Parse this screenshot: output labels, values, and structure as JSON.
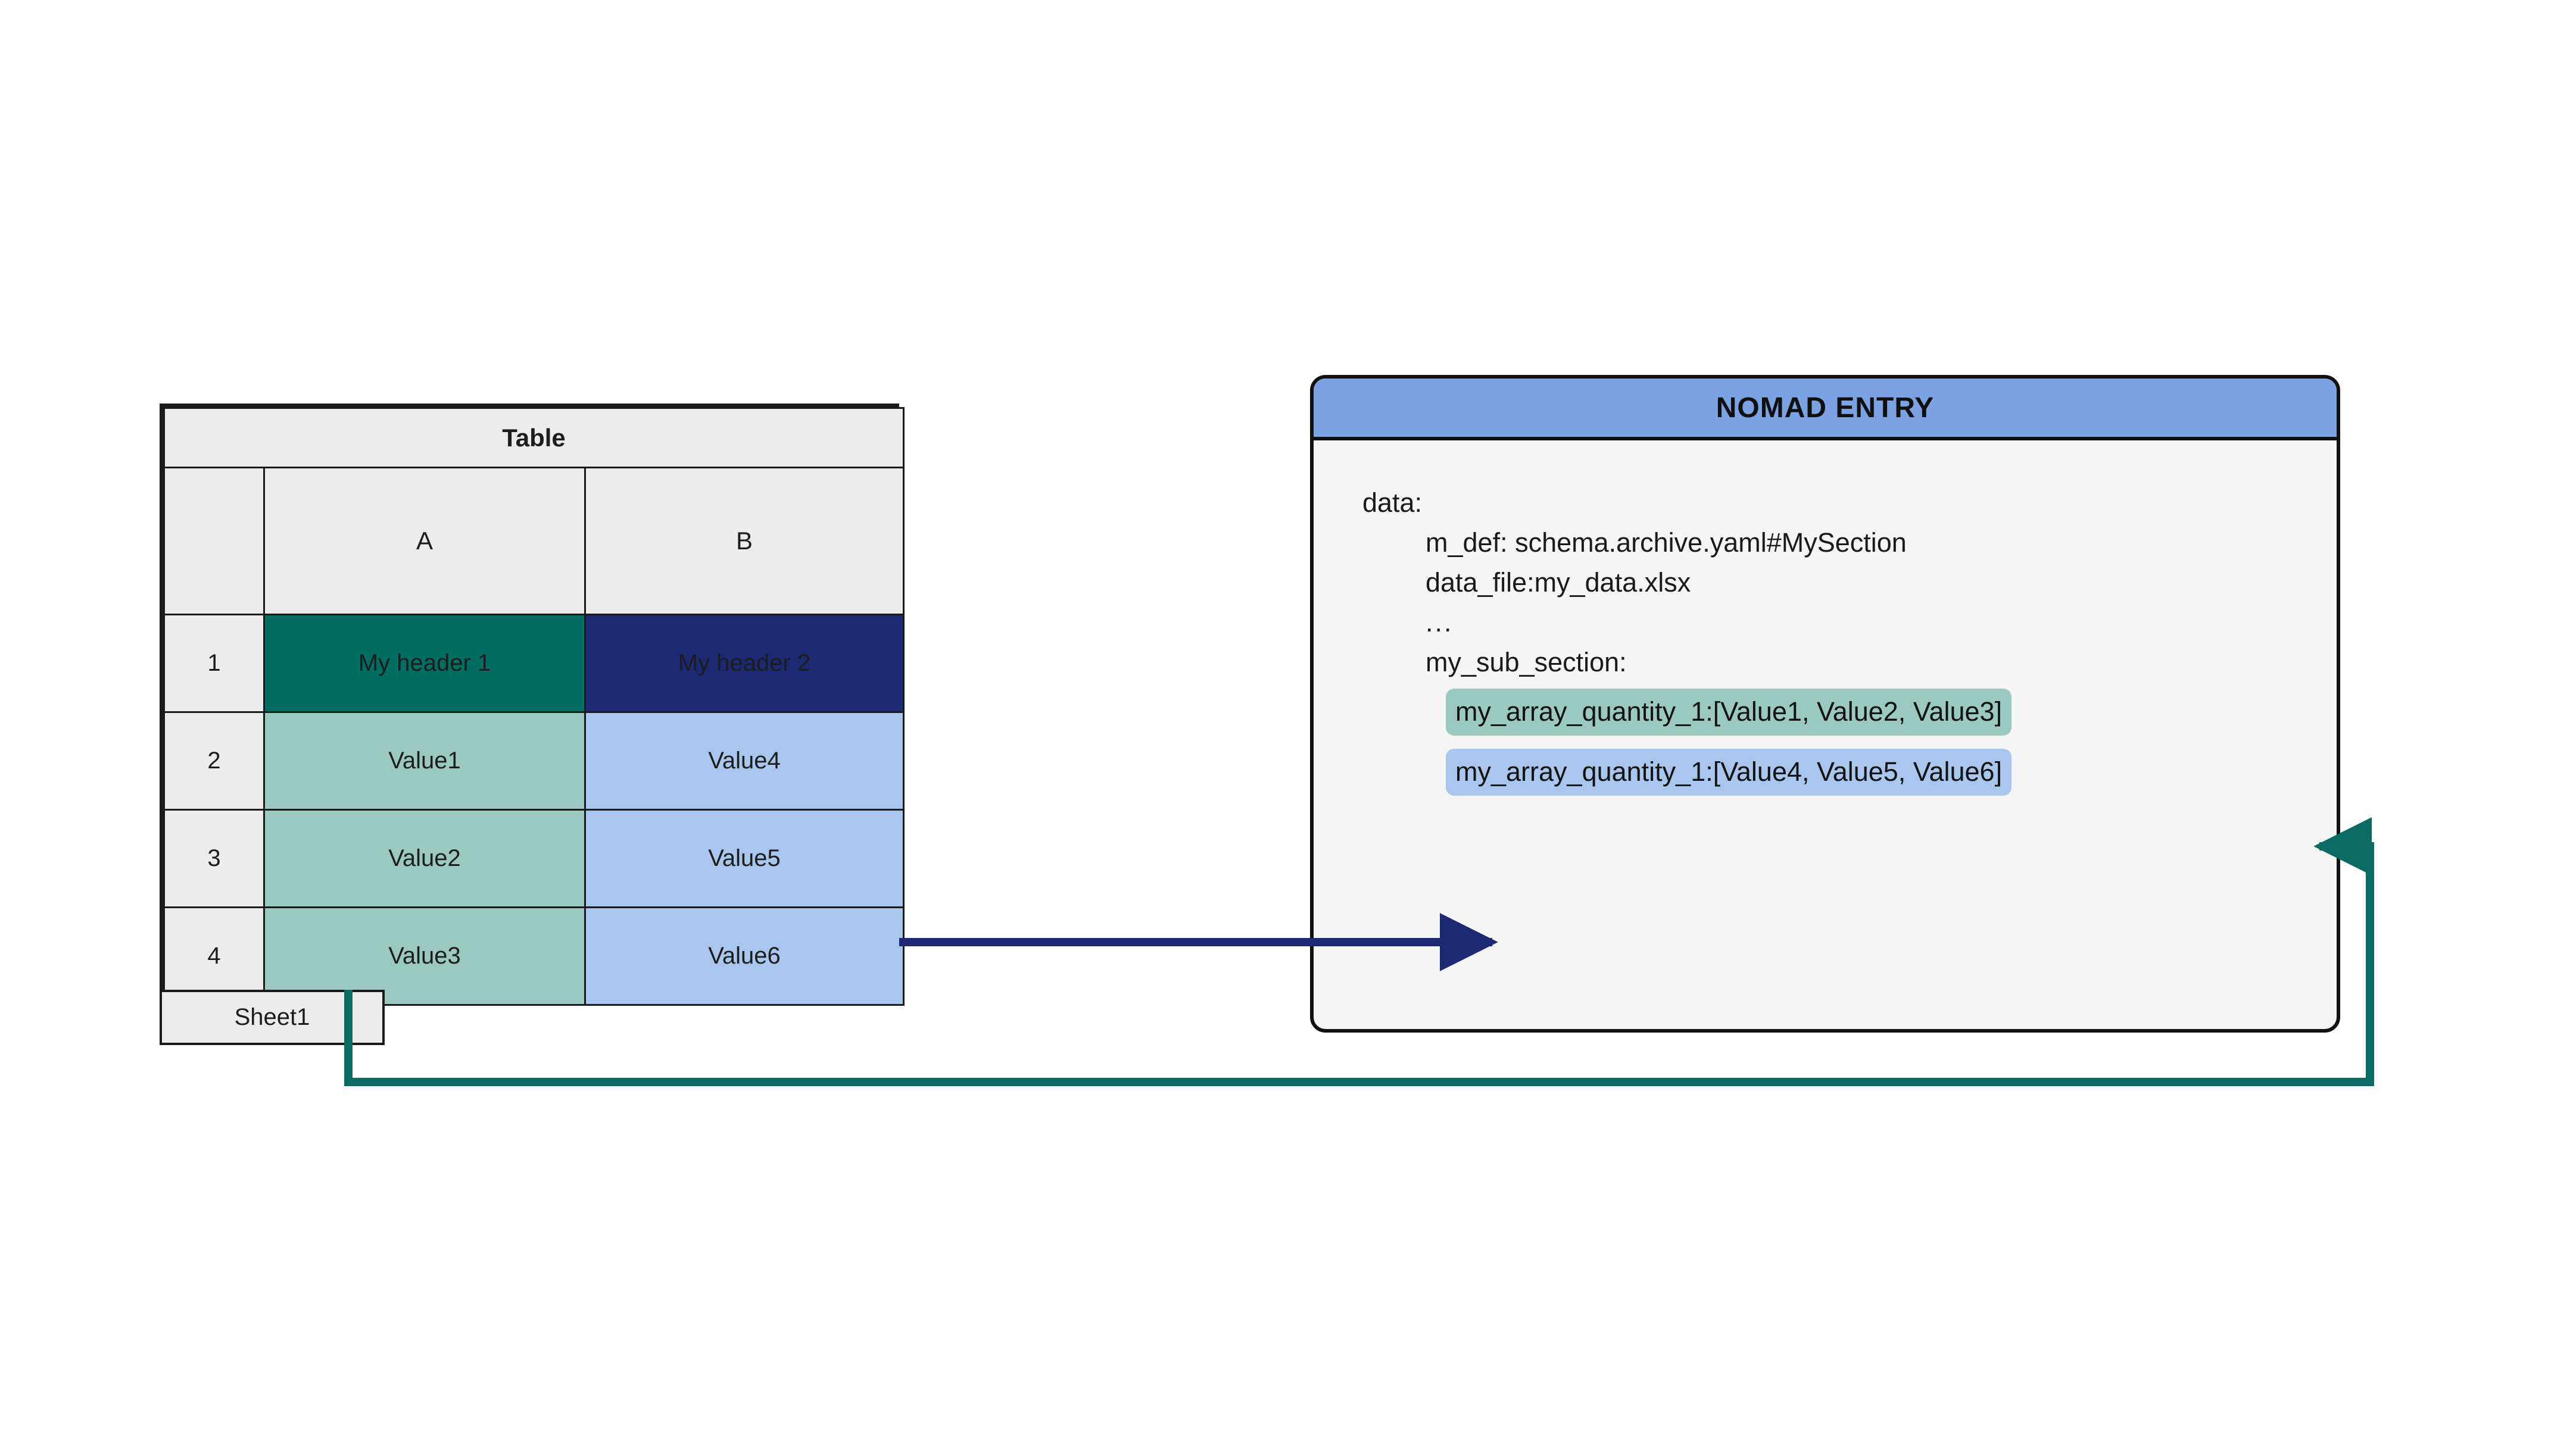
{
  "spreadsheet": {
    "title": "Table",
    "column_headers": [
      "",
      "A",
      "B"
    ],
    "row_numbers": [
      "1",
      "2",
      "3",
      "4"
    ],
    "rows": [
      {
        "num": "1",
        "a": "My header 1",
        "b": "My header 2"
      },
      {
        "num": "2",
        "a": "Value1",
        "b": "Value4"
      },
      {
        "num": "3",
        "a": "Value2",
        "b": "Value5"
      },
      {
        "num": "4",
        "a": "Value3",
        "b": "Value6"
      }
    ],
    "sheet_tab": "Sheet1",
    "colors": {
      "header_a": "#006d63",
      "header_b": "#1b2a73",
      "cells_a": "#9bc9c0",
      "cells_b": "#a8c6ee",
      "grid": "#1a1a1a",
      "chrome": "#ececec"
    }
  },
  "nomad": {
    "title": "NOMAD ENTRY",
    "lines": {
      "data": "data:",
      "m_def": "m_def: schema.archive.yaml#MySection",
      "data_file": "data_file:my_data.xlsx",
      "ellipsis": "...",
      "my_sub_section": "my_sub_section:",
      "array_green": "my_array_quantity_1:[Value1, Value2, Value3]",
      "array_blue": "my_array_quantity_1:[Value4, Value5, Value6]"
    },
    "colors": {
      "header": "#7ba3e3",
      "body": "#f5f5f5",
      "highlight_green": "#9bc9c0",
      "highlight_blue": "#a8c6ee"
    }
  },
  "connectors": {
    "blue_arrow": {
      "label": "column-b-to-blue-array",
      "color": "#1b2a73"
    },
    "teal_arrow": {
      "label": "column-a-to-green-array",
      "color": "#0a6b63"
    }
  }
}
